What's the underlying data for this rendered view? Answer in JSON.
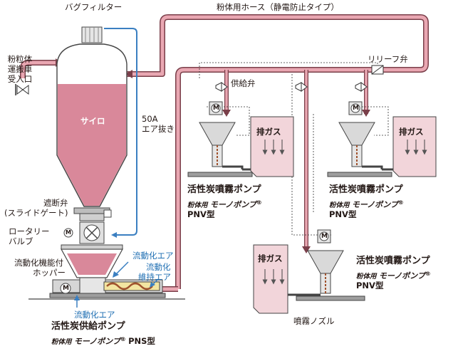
{
  "labels": {
    "bag_filter": "バグフィルター",
    "hose": "粉体用ホース（静電防止タイプ）",
    "truck_line1": "粉粒体",
    "truck_line2": "運搬車",
    "truck_line3": "受入口",
    "silo": "サイロ",
    "air_vent_line1": "50A",
    "air_vent_line2": "エア抜き",
    "relief_valve": "リリーフ弁",
    "supply_valve": "供給弁",
    "exhaust_gas": "排ガス",
    "shutoff_valve_line1": "遮断弁",
    "shutoff_valve_line2": "(スライドゲート)",
    "rotary_valve_line1": "ロータリー",
    "rotary_valve_line2": "バルブ",
    "hopper_line1": "流動化機能付",
    "hopper_line2": "ホッパー",
    "fluidizing_air": "流動化エア",
    "maintain_air_line1": "流動化",
    "maintain_air_line2": "維持エア",
    "spray_nozzle": "噴霧ノズル",
    "motor_symbol": "M"
  },
  "pumps": {
    "pnv_title": "活性炭噴霧ポンプ",
    "pnv_brand_prefix": "粉体用",
    "pnv_brand": "モーノポンプ",
    "pnv_reg": "®",
    "pnv_model": "PNV型",
    "pns_title": "活性炭供給ポンプ",
    "pns_brand_prefix": "粉体用",
    "pns_brand": "モーノポンプ",
    "pns_reg": "®",
    "pns_model": "PNS型"
  },
  "colors": {
    "powder_line": "#d98c99",
    "powder_line_edge": "#7a3f4a",
    "silo_fill": "#d9889a",
    "exhaust_fill": "#f2d5da",
    "vent_line": "#3a7fc1",
    "label_blue": "#1f6fb3",
    "body_gray": "#d6d6d6"
  }
}
